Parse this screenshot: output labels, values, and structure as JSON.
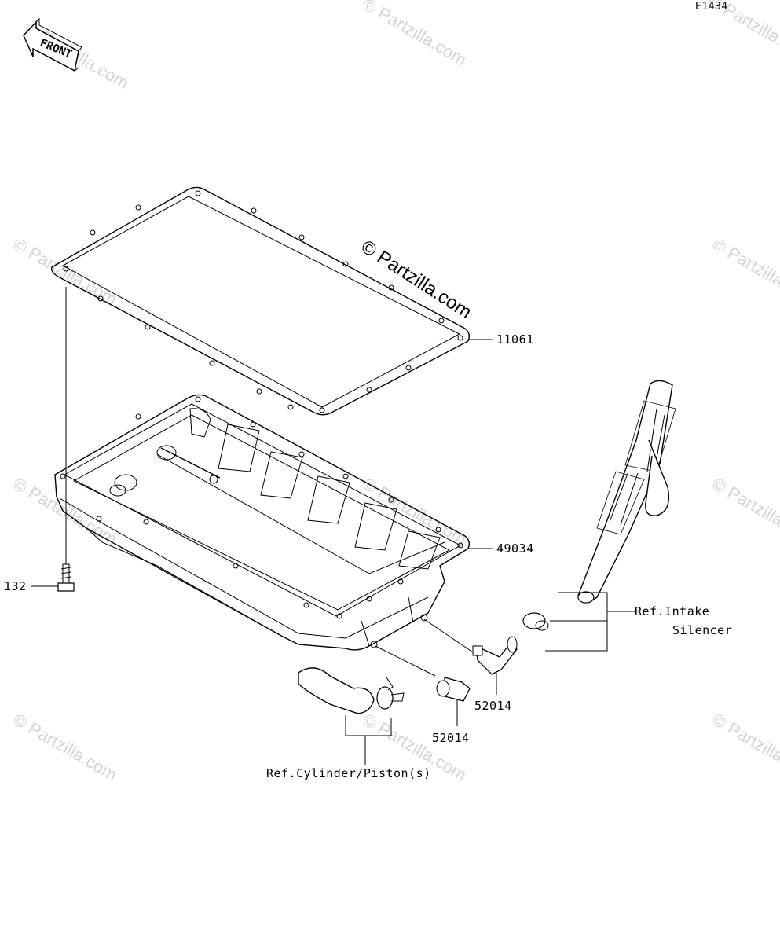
{
  "diagram_code": "E1434",
  "front_label": "FRONT",
  "watermark_main": "© Partzilla.com",
  "watermark_faint": "© Partzilla.com",
  "callouts": {
    "gasket": "11061",
    "oil_pan": "49034",
    "bolt": "132",
    "fitting_upper": "52014",
    "fitting_lower": "52014"
  },
  "refs": {
    "intake_line1": "Ref.Intake",
    "intake_line2": "Silencer",
    "cylinder": "Ref.Cylinder/Piston(s)"
  }
}
